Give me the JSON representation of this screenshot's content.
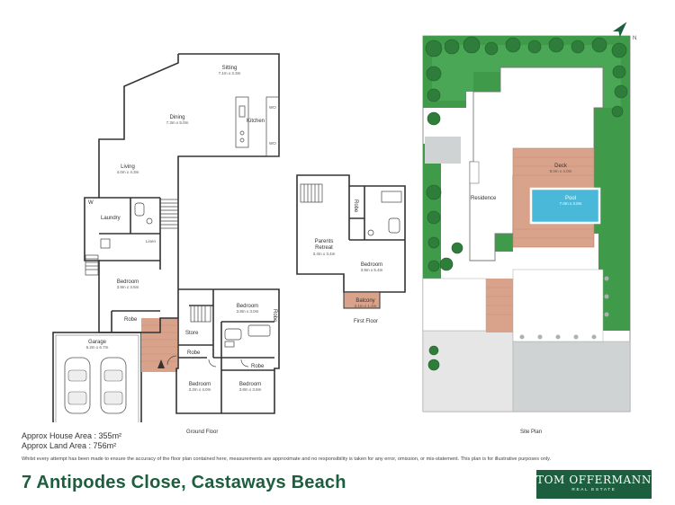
{
  "ground_floor": {
    "title": "Ground Floor",
    "rooms": {
      "sitting": {
        "name": "Sitting",
        "dim": "7.1m x 3.3m"
      },
      "dining": {
        "name": "Dining",
        "dim": "7.3m x 5.0m"
      },
      "kitchen": {
        "name": "Kitchen"
      },
      "living": {
        "name": "Living",
        "dim": "4.0m x 4.3m"
      },
      "laundry": {
        "name": "Laundry"
      },
      "bedroom1": {
        "name": "Bedroom",
        "dim": "3.9m x 3.5m"
      },
      "robe1": {
        "name": "Robe"
      },
      "garage": {
        "name": "Garage",
        "dim": "6.2m x 6.7m"
      },
      "bedroom2": {
        "name": "Bedroom",
        "dim": "3.8m x 3.0m"
      },
      "robe2": {
        "name": "Robe"
      },
      "store": {
        "name": "Store"
      },
      "robe3": {
        "name": "Robe"
      },
      "robe4": {
        "name": "Robe"
      },
      "bedroom3": {
        "name": "Bedroom",
        "dim": "3.2m x 4.0m"
      },
      "bedroom4": {
        "name": "Bedroom",
        "dim": "3.8m x 3.6m"
      }
    },
    "labels": {
      "w_kitchen_1": "WO",
      "w_kitchen_2": "WO",
      "w_laundry": "W",
      "linen": "Linen"
    }
  },
  "first_floor": {
    "title": "First Floor",
    "rooms": {
      "parents_retreat": {
        "name": "Parents Retreat",
        "dim": "3.4m x 3.4m"
      },
      "bedroom": {
        "name": "Bedroom",
        "dim": "3.9m x 5.4m"
      },
      "robe": {
        "name": "Robe"
      },
      "balcony": {
        "name": "Balcony",
        "dim": "3.1m x 1.4m"
      }
    }
  },
  "site_plan": {
    "title": "Site Plan",
    "residence": "Residence",
    "deck": {
      "name": "Deck",
      "dim": "8.0m x 4.0m"
    },
    "pool": {
      "name": "Pool",
      "dim": "7.0m x 3.0m"
    },
    "north": "N"
  },
  "footer": {
    "house_area": "Approx House Area : 355m²",
    "land_area": "Approx Land Area : 756m²",
    "disclaimer": "Whilst every attempt has been made to ensure the accuracy of the floor plan contained here, measurements are approximate and no responsibility is taken for any error, omission, or mis-statement. This plan is for illustrative purposes only.",
    "address": "7 Antipodes Close, Castaways Beach",
    "brand": "TOM OFFERMANN",
    "brand_sub": "REAL ESTATE"
  },
  "colors": {
    "brand_green": "#1d5e3e",
    "lawn": "#3f9a4a",
    "deck": "#d9a28a",
    "pool": "#4ab8d8"
  }
}
